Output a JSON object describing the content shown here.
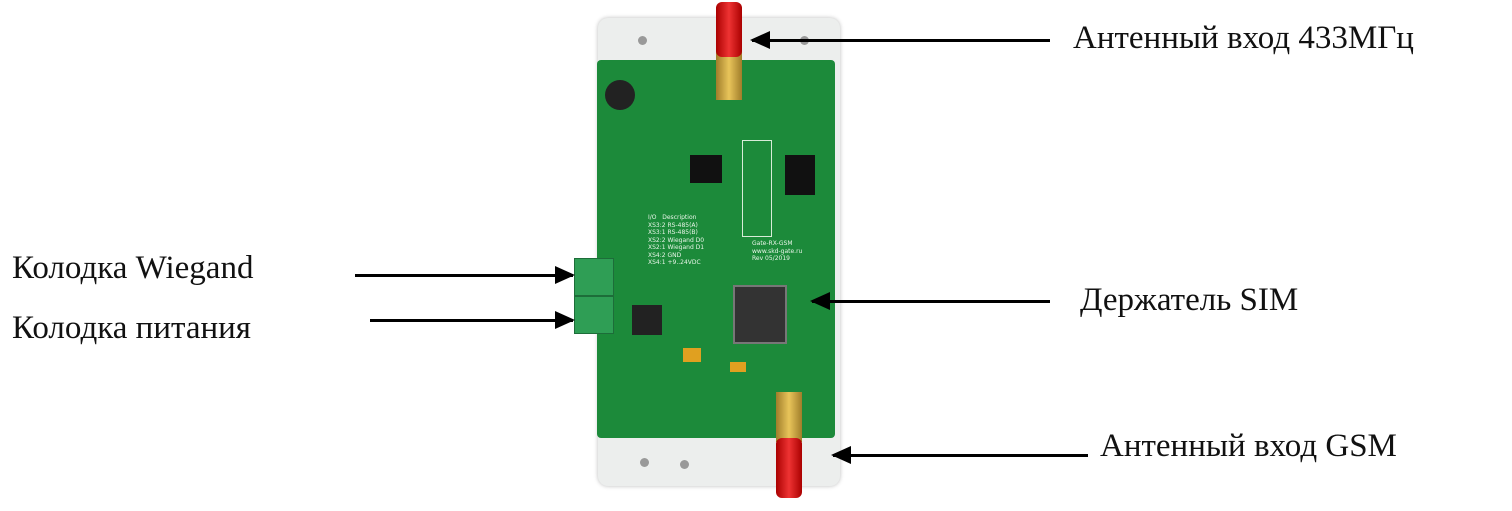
{
  "labels": {
    "antenna_433": "Антенный вход 433МГц",
    "wiegand_block": "Колодка Wiegand",
    "power_block": "Колодка питания",
    "sim_holder": "Держатель SIM",
    "antenna_gsm": "Антенный вход GSM"
  },
  "board_silkscreen": {
    "table_header": [
      "I/O",
      "Description"
    ],
    "table_rows": [
      [
        "XS3:2",
        "RS-485(A)"
      ],
      [
        "XS3:1",
        "RS-485(B)"
      ],
      [
        "XS2:2",
        "Wiegand D0"
      ],
      [
        "XS2:1",
        "Wiegand D1"
      ],
      [
        "XS4:2",
        "GND"
      ],
      [
        "XS4:1",
        "+9..24VDC"
      ]
    ],
    "model": "Gate-RX-GSM",
    "website": "www.skd-gate.ru",
    "revision": "Rev 05/2019"
  }
}
